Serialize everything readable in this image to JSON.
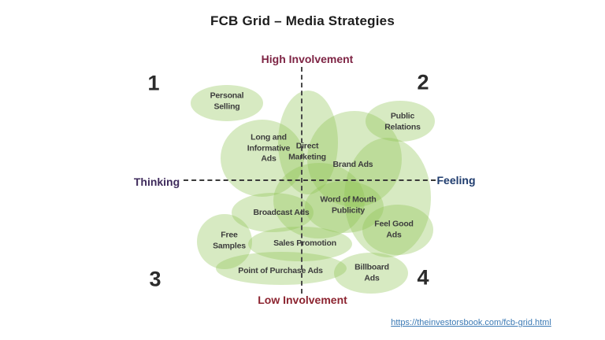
{
  "title": "FCB Grid – Media Strategies",
  "axes": {
    "high": "High Involvement",
    "low": "Low Involvement",
    "thinking": "Thinking",
    "feeling": "Feeling"
  },
  "quadrant_numbers": {
    "q1": "1",
    "q2": "2",
    "q3": "3",
    "q4": "4"
  },
  "labels": {
    "personal_selling": "Personal\nSelling",
    "long_informative": "Long and\nInformative\nAds",
    "direct_marketing": "Direct\nMarketing",
    "brand_ads": "Brand Ads",
    "public_relations": "Public\nRelations",
    "word_of_mouth": "Word of Mouth\nPublicity",
    "broadcast_ads": "Broadcast Ads",
    "feel_good": "Feel Good\nAds",
    "free_samples": "Free\nSamples",
    "sales_promotion": "Sales Promotion",
    "point_of_purchase": "Point of Purchase Ads",
    "billboard_ads": "Billboard\nAds"
  },
  "link": {
    "url_text": "https://theinvestorsbook.com/fcb-grid.html"
  },
  "colors": {
    "bubble_green": "#D7EAC2",
    "involvement_red": "#7E2444",
    "thinking_purple": "#3F2B5C",
    "feeling_navy": "#1F3C6E",
    "link_blue": "#3C7AB5"
  }
}
